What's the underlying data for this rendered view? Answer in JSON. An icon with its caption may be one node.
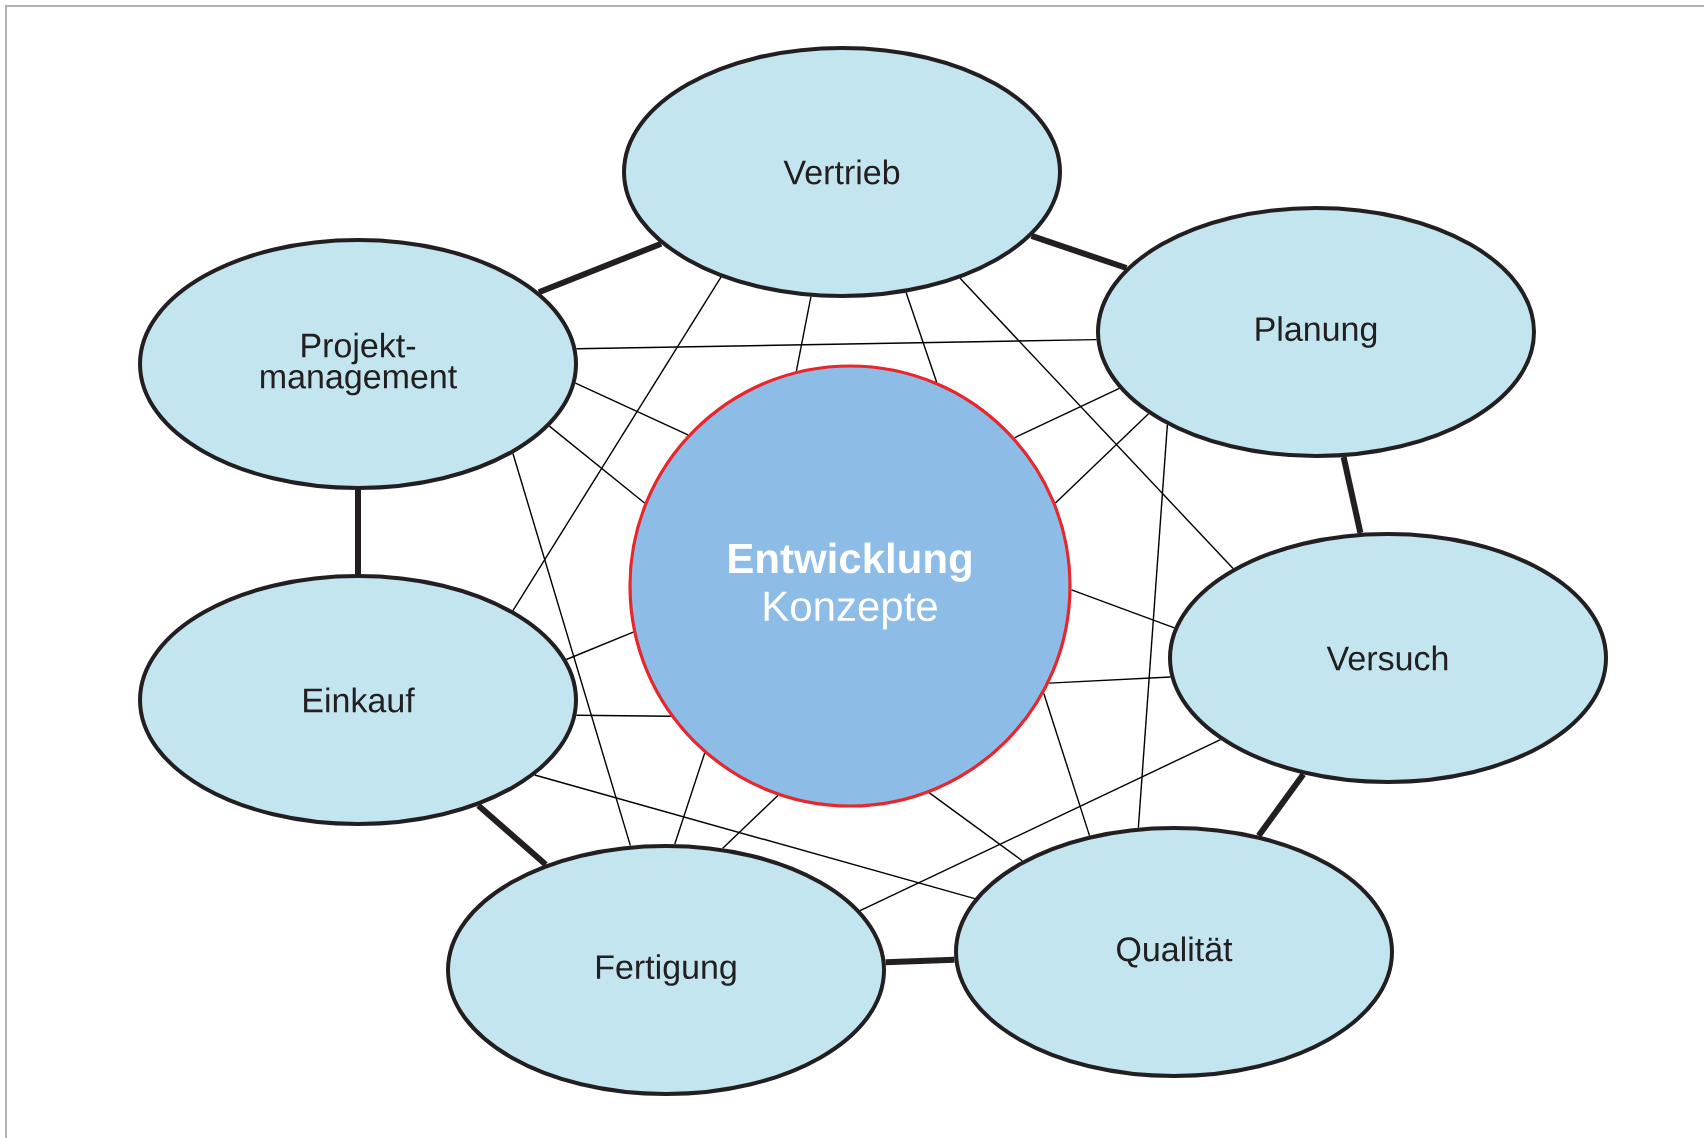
{
  "diagram": {
    "nodes": [
      {
        "text": [
          "Vertrieb"
        ]
      },
      {
        "text": [
          "Projekt- management"
        ]
      },
      {
        "text": [
          "Planung"
        ]
      },
      {
        "text": [
          "Entwicklung",
          "Konzepte"
        ]
      },
      {
        "text": [
          "Versuch"
        ]
      },
      {
        "text": [
          "Einkauf"
        ]
      },
      {
        "text": [
          "Fertigung"
        ]
      },
      {
        "text": [
          "Qualität"
        ]
      }
    ],
    "edges": [
      {
        "from": 0,
        "to": 2,
        "arrow": "none",
        "style": "thick"
      },
      {
        "from": 2,
        "to": 4,
        "arrow": "none",
        "style": "thick"
      },
      {
        "from": 4,
        "to": 7,
        "arrow": "none",
        "style": "thick"
      },
      {
        "from": 7,
        "to": 6,
        "arrow": "none",
        "style": "thick"
      },
      {
        "from": 6,
        "to": 5,
        "arrow": "none",
        "style": "thick"
      },
      {
        "from": 5,
        "to": 1,
        "arrow": "none",
        "style": "thick"
      },
      {
        "from": 1,
        "to": 0,
        "arrow": "none",
        "style": "thick"
      },
      {
        "from": 0,
        "to": 5,
        "arrow": "none"
      },
      {
        "from": 0,
        "to": 3,
        "arrow": "none"
      },
      {
        "from": 0,
        "to": 3,
        "arrow": "none"
      },
      {
        "from": 0,
        "to": 4,
        "arrow": "none"
      },
      {
        "from": 1,
        "to": 2,
        "arrow": "none"
      },
      {
        "from": 1,
        "to": 3,
        "arrow": "none"
      },
      {
        "from": 1,
        "to": 3,
        "arrow": "none"
      },
      {
        "from": 1,
        "to": 6,
        "arrow": "none"
      },
      {
        "from": 2,
        "to": 3,
        "arrow": "none"
      },
      {
        "from": 2,
        "to": 3,
        "arrow": "none"
      },
      {
        "from": 2,
        "to": 7,
        "arrow": "none"
      },
      {
        "from": 3,
        "to": 4,
        "arrow": "none"
      },
      {
        "from": 3,
        "to": 5,
        "arrow": "none"
      },
      {
        "from": 3,
        "to": 6,
        "arrow": "none"
      },
      {
        "from": 3,
        "to": 6,
        "arrow": "none"
      },
      {
        "from": 3,
        "to": 7,
        "arrow": "none"
      },
      {
        "from": 3,
        "to": 7,
        "arrow": "none"
      },
      {
        "from": 3,
        "to": 4,
        "arrow": "none"
      },
      {
        "from": 3,
        "to": 5,
        "arrow": "none"
      },
      {
        "from": 4,
        "to": 6,
        "arrow": "none"
      },
      {
        "from": 5,
        "to": 7,
        "arrow": "none"
      }
    ]
  }
}
